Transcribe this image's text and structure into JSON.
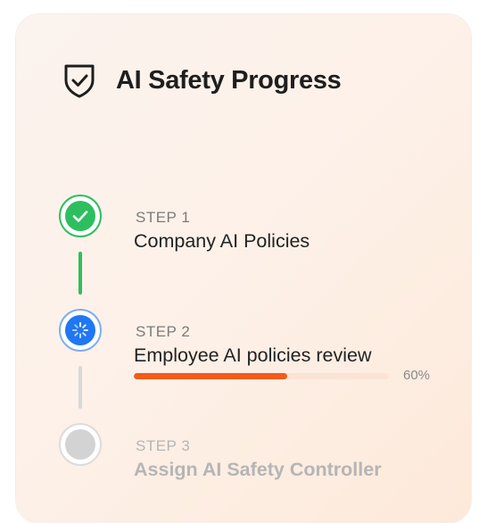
{
  "header": {
    "title": "AI Safety Progress",
    "icon": "shield-check-icon"
  },
  "steps": [
    {
      "label": "STEP 1",
      "title": "Company AI Policies",
      "status": "completed",
      "icon": "check-icon",
      "color": "#2dbf5f"
    },
    {
      "label": "STEP 2",
      "title": "Employee AI policies review",
      "status": "in-progress",
      "icon": "spinner-icon",
      "color": "#1f77f2",
      "progress": 0.6,
      "progress_text": "60%",
      "progress_color": "#f45a18"
    },
    {
      "label": "STEP 3",
      "title": "Assign AI Safety Controller",
      "status": "pending",
      "color": "#d3d3d3"
    }
  ]
}
